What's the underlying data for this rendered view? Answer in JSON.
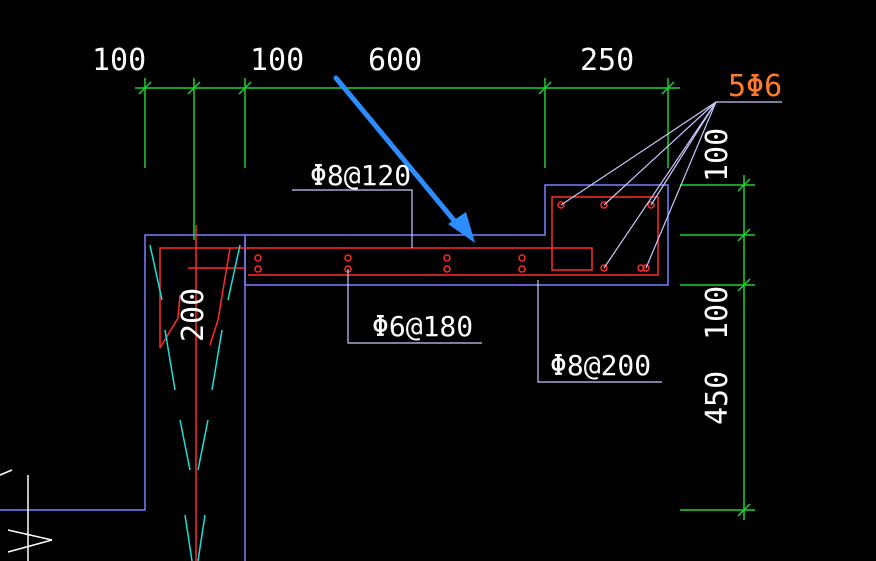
{
  "dimensions_top": [
    "100",
    "100",
    "600",
    "250"
  ],
  "dimensions_right": [
    "100",
    "100",
    "450"
  ],
  "vertical_dim": "200",
  "rebar_labels": {
    "top_corner": "5Φ6",
    "slab_top": "Φ8@120",
    "slab_bottom": "Φ6@180",
    "right_lower": "Φ8@200"
  },
  "colors": {
    "background": "#000000",
    "dimension": "#1fd12f",
    "outline": "#7a80ff",
    "rebar": "#ff2a2a",
    "leader": "#c8c8ff",
    "arrow": "#2d8cff",
    "accent_label": "#ff7a2a",
    "break_mark": "#18e0d8"
  }
}
